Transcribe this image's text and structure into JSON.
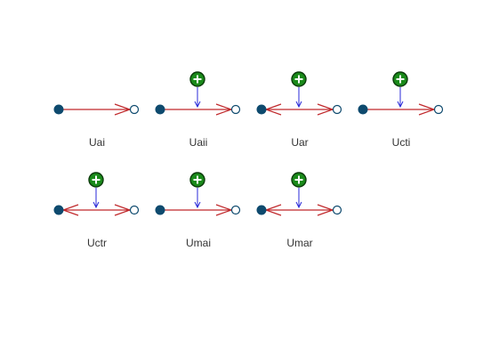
{
  "diagrams": [
    {
      "label": "Uai",
      "head_left": false,
      "head_right": true,
      "plus": false
    },
    {
      "label": "Uaii",
      "head_left": false,
      "head_right": true,
      "plus": true
    },
    {
      "label": "Uar",
      "head_left": true,
      "head_right": true,
      "plus": true
    },
    {
      "label": "Ucti",
      "head_left": false,
      "head_right": true,
      "plus": true
    },
    {
      "label": "Uctr",
      "head_left": true,
      "head_right": true,
      "plus": true
    },
    {
      "label": "Umai",
      "head_left": false,
      "head_right": true,
      "plus": true
    },
    {
      "label": "Umar",
      "head_left": true,
      "head_right": true,
      "plus": true
    }
  ],
  "colors": {
    "line": "#c0282b",
    "node_fill": "#0e4a6e",
    "open_node_stroke": "#0e4a6e",
    "marker_arrow": "#2a2ad8",
    "plus_fill": "#1a8a1a",
    "plus_stroke": "#0a3a0a",
    "label": "#333333"
  },
  "icons": {
    "plus_marker": "plus-circle-icon",
    "start_node": "filled-circle-icon",
    "end_node": "open-circle-icon"
  }
}
